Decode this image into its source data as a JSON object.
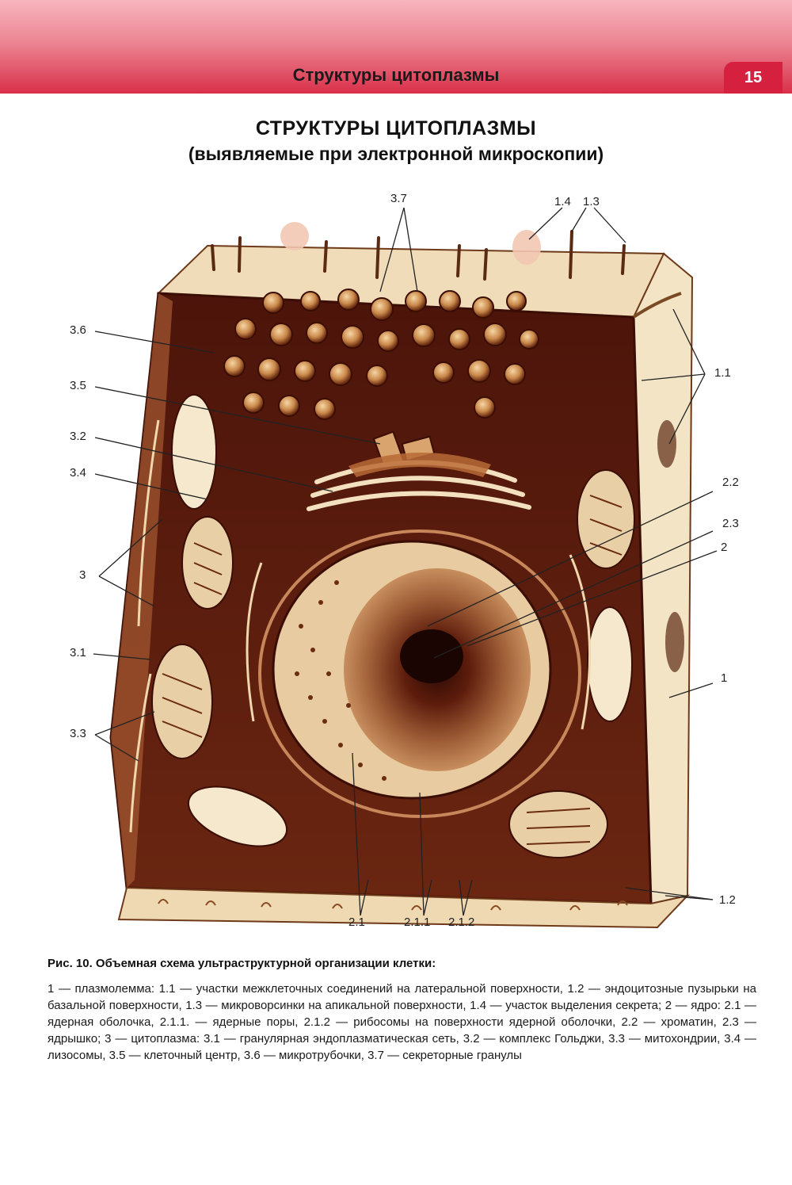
{
  "header": {
    "title": "Структуры цитоплазмы",
    "page_number": "15"
  },
  "title": {
    "line1": "СТРУКТУРЫ ЦИТОПЛАЗМЫ",
    "line2": "(выявляемые при электронной микроскопии)"
  },
  "labels": {
    "l37": "3.7",
    "l14": "1.4",
    "l13": "1.3",
    "l36": "3.6",
    "l35": "3.5",
    "l32": "3.2",
    "l34": "3.4",
    "l3": "3",
    "l31": "3.1",
    "l33": "3.3",
    "l11": "1.1",
    "l22": "2.2",
    "l23": "2.3",
    "l2": "2",
    "l1": "1",
    "l12": "1.2",
    "l21": "2.1",
    "l211": "2.1.1",
    "l212": "2.1.2"
  },
  "caption": "Рис. 10. Объемная схема ультраструктурной организации клетки:",
  "legend": "1 — плазмолемма: 1.1 — участки межклеточных соединений на латеральной поверхности, 1.2 — эндоцитозные пузырьки на базальной поверхности, 1.3 — микроворсинки на апикальной поверхности, 1.4 — участок выделения секрета; 2 — ядро: 2.1 — ядерная оболочка, 2.1.1. — ядерные поры, 2.1.2 — рибосомы на поверхности ядерной оболочки, 2.2 — хроматин, 2.3 — ядрышко; 3 — цитоплазма: 3.1 — гранулярная эндоплазматическая сеть, 3.2 — комплекс Гольджи, 3.3 — митохондрии, 3.4 — лизосомы, 3.5 — клеточный центр, 3.6 — микротрубочки, 3.7 — секреторные гранулы",
  "colors": {
    "header_pink": "#ec8693",
    "badge_red": "#d5203f",
    "cytoplasm": "#5a1a0c",
    "membrane": "#f3e4c6"
  }
}
